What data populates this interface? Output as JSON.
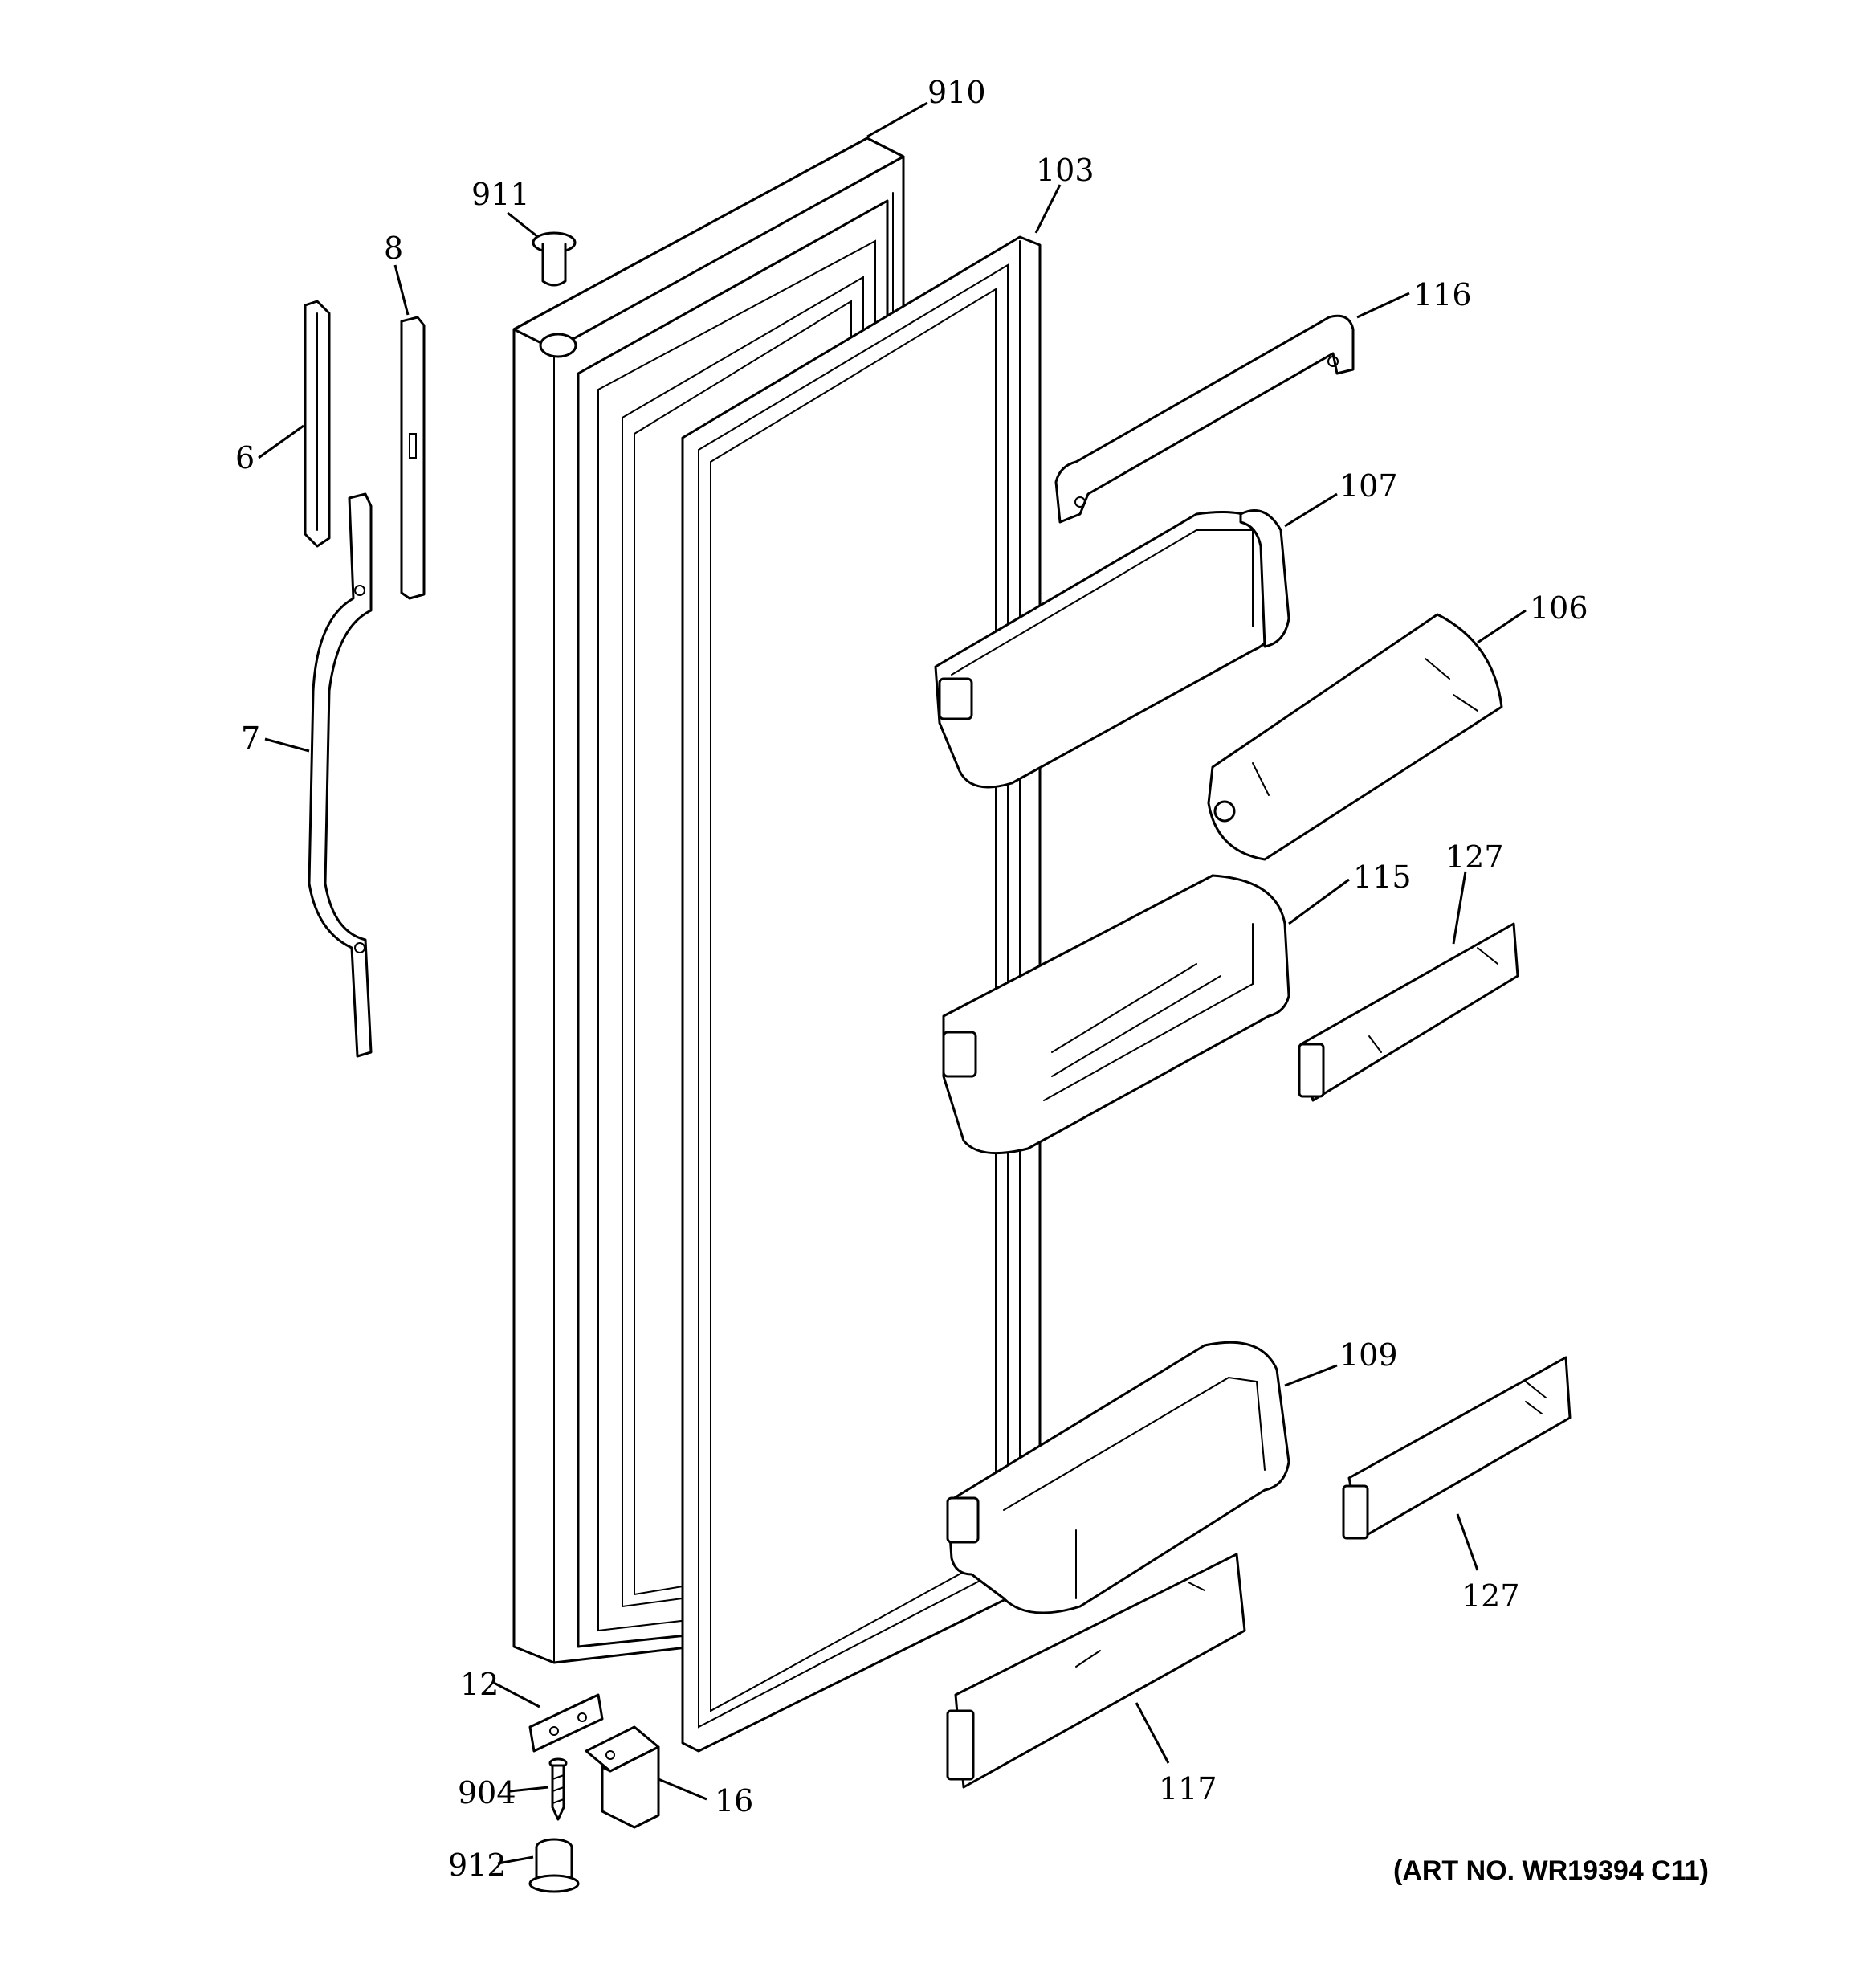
{
  "diagram": {
    "art_number": "(ART NO. WR19394 C11)",
    "callouts": [
      {
        "id": "910",
        "label": "910"
      },
      {
        "id": "911",
        "label": "911"
      },
      {
        "id": "103",
        "label": "103"
      },
      {
        "id": "8",
        "label": "8"
      },
      {
        "id": "116",
        "label": "116"
      },
      {
        "id": "6",
        "label": "6"
      },
      {
        "id": "107",
        "label": "107"
      },
      {
        "id": "106",
        "label": "106"
      },
      {
        "id": "7",
        "label": "7"
      },
      {
        "id": "127a",
        "label": "127"
      },
      {
        "id": "115",
        "label": "115"
      },
      {
        "id": "109",
        "label": "109"
      },
      {
        "id": "127b",
        "label": "127"
      },
      {
        "id": "12",
        "label": "12"
      },
      {
        "id": "904",
        "label": "904"
      },
      {
        "id": "16",
        "label": "16"
      },
      {
        "id": "117",
        "label": "117"
      },
      {
        "id": "912",
        "label": "912"
      }
    ]
  }
}
